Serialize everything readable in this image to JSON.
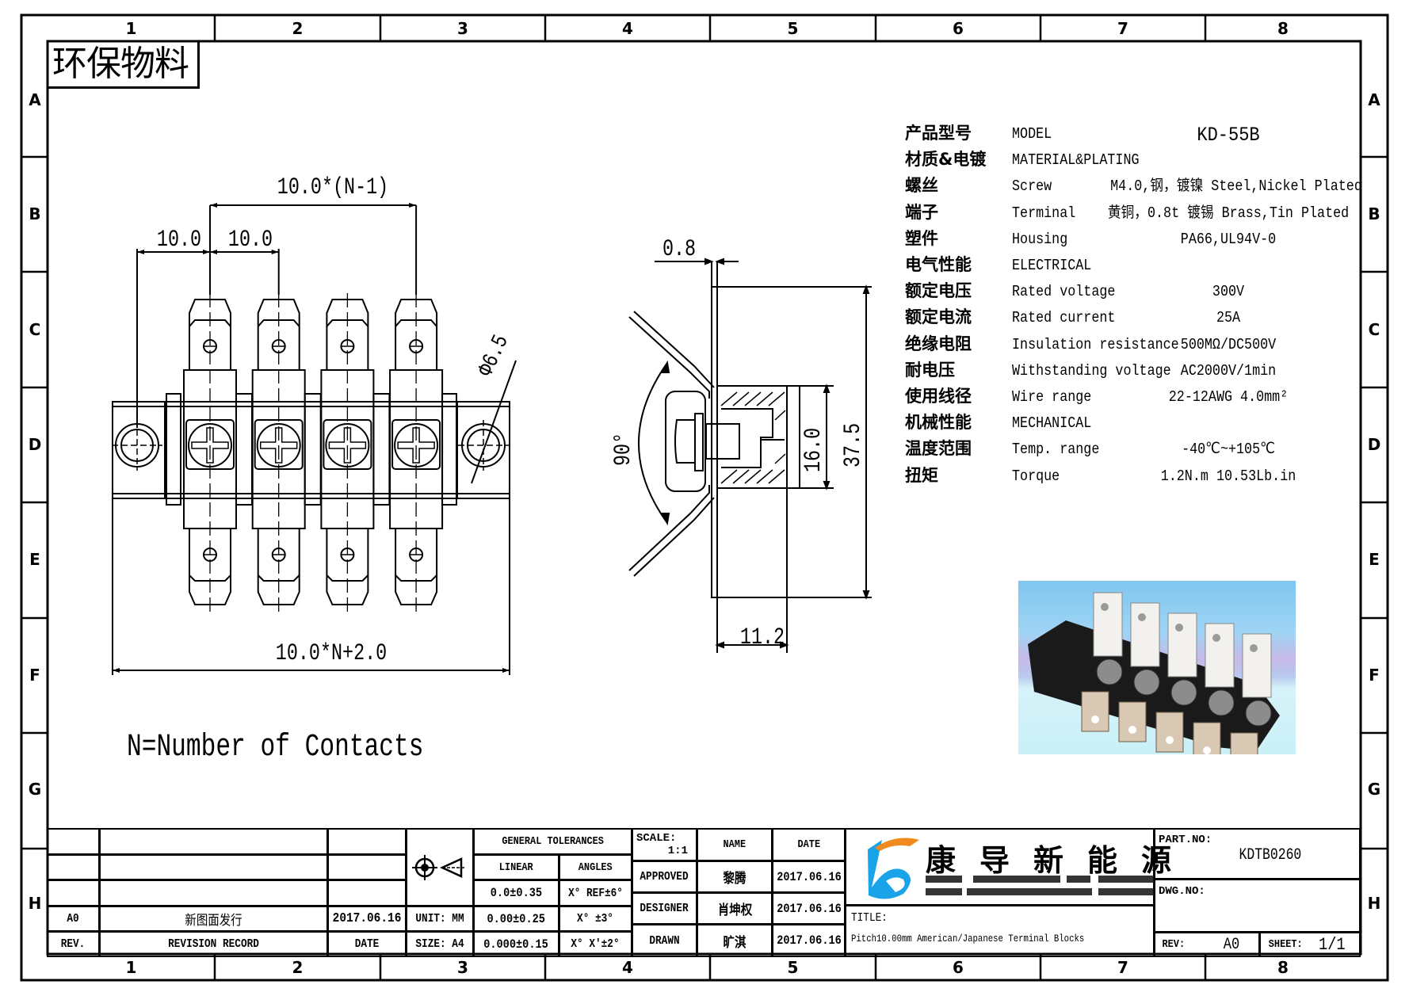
{
  "sheet": {
    "column_labels": [
      "1",
      "2",
      "3",
      "4",
      "5",
      "6",
      "7",
      "8"
    ],
    "row_labels": [
      "A",
      "B",
      "C",
      "D",
      "E",
      "F",
      "G",
      "H"
    ],
    "eco_label": "环保物料"
  },
  "front_view": {
    "dim_pitch_total": "10.0*(N-1)",
    "dim_pitch_left": "10.0",
    "dim_pitch_right": "10.0",
    "dim_hole_diameter": "Φ6.5",
    "dim_overall_length": "10.0*N+2.0",
    "contacts_shown": 4,
    "note": "N=Number of Contacts"
  },
  "side_view": {
    "dim_thickness": "0.8",
    "dim_angle": "90°",
    "dim_height_housing": "16.0",
    "dim_overall_height": "37.5",
    "dim_depth": "11.2"
  },
  "specs": {
    "rows": [
      {
        "cn": "产品型号",
        "en": "MODEL",
        "value": "KD-55B"
      },
      {
        "cn": "材质&电镀",
        "en": "MATERIAL&PLATING",
        "value": ""
      },
      {
        "cn": "螺丝",
        "en": "Screw",
        "value": "M4.0,钢，镀镍 Steel,Nickel Plated"
      },
      {
        "cn": "端子",
        "en": "Terminal",
        "value": "黄铜，0.8t 镀锡 Brass,Tin Plated"
      },
      {
        "cn": "塑件",
        "en": "Housing",
        "value": "PA66,UL94V-0"
      },
      {
        "cn": "电气性能",
        "en": "ELECTRICAL",
        "value": ""
      },
      {
        "cn": "额定电压",
        "en": "Rated voltage",
        "value": "300V"
      },
      {
        "cn": "额定电流",
        "en": "Rated current",
        "value": "25A"
      },
      {
        "cn": "绝缘电阻",
        "en": "Insulation resistance",
        "value": "500MΩ/DC500V"
      },
      {
        "cn": "耐电压",
        "en": "Withstanding voltage",
        "value": "AC2000V/1min"
      },
      {
        "cn": "使用线径",
        "en": "Wire range",
        "value": "22-12AWG 4.0mm²"
      },
      {
        "cn": "机械性能",
        "en": "MECHANICAL",
        "value": ""
      },
      {
        "cn": "温度范围",
        "en": "Temp. range",
        "value": "-40℃~+105℃"
      },
      {
        "cn": "扭矩",
        "en": "Torque",
        "value": "1.2N.m  10.53Lb.in"
      }
    ]
  },
  "photo": {
    "alt": "terminal block product photo",
    "contacts_in_photo": 5
  },
  "title_block": {
    "revision": {
      "rev": "A0",
      "record": "新图面发行",
      "date": "2017.06.16",
      "header_rev": "REV.",
      "header_record": "REVISION RECORD",
      "header_date": "DATE"
    },
    "unit": "UNIT: MM",
    "size": "SIZE: A4",
    "tolerances": {
      "title": "GENERAL TOLERANCES",
      "linear_header": "LINEAR",
      "angles_header": "ANGLES",
      "linear": [
        "0.0±0.35",
        "0.00±0.25",
        "0.000±0.15"
      ],
      "angles": [
        "X° REF±6°",
        "X° ±3°",
        "X° X'±2°"
      ]
    },
    "scale_label": "SCALE:",
    "scale_value": "1:1",
    "name_header": "NAME",
    "date_header": "DATE",
    "signoffs": [
      {
        "role": "APPROVED",
        "name": "黎腾",
        "date": "2017.06.16"
      },
      {
        "role": "DESIGNER",
        "name": "肖坤权",
        "date": "2017.06.16"
      },
      {
        "role": "DRAWN",
        "name": "旷淇",
        "date": "2017.06.16"
      }
    ],
    "company_name": "康导新能源",
    "title_label": "TITLE:",
    "title_value": "Pitch10.00mm American/Japanese Terminal Blocks",
    "part_no_label": "PART.NO:",
    "part_no": "KDTB0260",
    "dwg_no_label": "DWG.NO:",
    "dwg_no": "",
    "rev_label": "REV:",
    "rev_value": "A0",
    "sheet_label": "SHEET:",
    "sheet_value": "1/1"
  },
  "colors": {
    "line": "#000000",
    "logo_blue": "#1aa3e8",
    "logo_orange": "#f08a1c"
  }
}
